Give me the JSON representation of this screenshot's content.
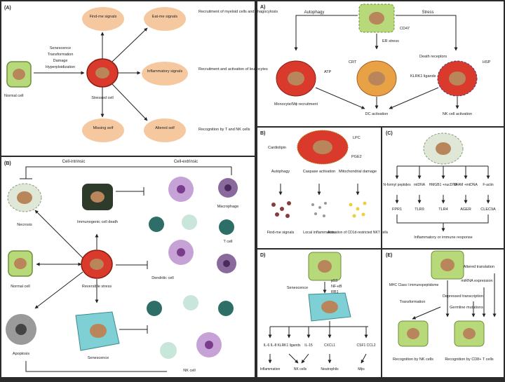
{
  "colors": {
    "background": "#2b2b2b",
    "panel": "#ffffff",
    "signal_oval": "#f6c8a0",
    "normal_cell": "#b7d97a",
    "stressed_cell": "#d93a2b",
    "nucleus": "#b8865a",
    "senescent_cell": "#7fd0d4"
  },
  "left_a": {
    "label": "(A)",
    "normal_cell": "Normal cell",
    "stress_causes": [
      "Senescence",
      "Transformation",
      "Damage",
      "Hyperploidization"
    ],
    "stressed_cell": "Stressed cell",
    "ovals": [
      "Find-me signals",
      "Eat-me signals",
      "Inflammatory signals",
      "Missing self",
      "Altered self"
    ],
    "outcomes": [
      "Recruitment of myeloid cells and phagocytosis",
      "Recruitment and activation of leukocytes",
      "Recognition by T and NK cells"
    ]
  },
  "left_b": {
    "label": "(B)",
    "cell_intrinsic": "Cell-intrinsic",
    "cell_extrinsic": "Cell-extrinsic",
    "necrosis": "Necrosis",
    "immunogenic": "Immunogenic cell death",
    "macrophage": "Macrophage",
    "t_cell": "T cell",
    "normal_cell": "Normal cell",
    "reversible": "Reversible stress",
    "dendritic": "Dendritic cell",
    "apoptosis": "Apoptosis",
    "senescence": "Senescence",
    "nk_cell": "NK cell"
  },
  "right_a": {
    "label": "A)",
    "autophagy": "Autophagy",
    "stress": "Stress",
    "cd47": "CD47",
    "er_stress": "ER stress",
    "crt": "CRT",
    "atp": "ATP",
    "death_receptors": "Death receptors",
    "hsp": "HSP",
    "klrk1": "KLRK1 ligands",
    "monocyte": "Monocyte/Mϕ recruitment",
    "dc": "DC activation",
    "nk": "NK cell activation"
  },
  "right_b": {
    "label": "B)",
    "cardiolipin": "Cardiolipin",
    "lpc": "LPC",
    "pge2": "PGE2",
    "autophagy": "Autophagy",
    "caspase": "Caspase activation",
    "mito": "Mitochondrial damage",
    "findme": "Find-me signals",
    "local": "Local inflammation",
    "activation_cd1d": "Activation of CD1d-restricted NKT cells"
  },
  "right_c": {
    "label": "(C)",
    "nformyl": "N-formyl peptides",
    "mtdna": "mtDNA",
    "hmgb1": "HMGB1 +nucDNA",
    "tfam": "TFAM +mtDNA",
    "factin": "F-actin",
    "fpr1": "FPR1",
    "tlr9": "TLR9",
    "tlr4": "TLR4",
    "ager": "AGER",
    "clec9a": "CLEC9A",
    "response": "Inflammatory or immune response"
  },
  "right_d": {
    "label": "D)",
    "senescence": "Senescence",
    "regulators": [
      "p53",
      "NF-κB",
      "RB1"
    ],
    "factors": [
      "IL-6 IL-8",
      "KLRK1 ligands",
      "IL-15",
      "CXCL1",
      "CSF1 CCL2"
    ],
    "outcomes": [
      "Inflammation",
      "NK cells",
      "Neutrophils",
      "Mϕs"
    ]
  },
  "right_e": {
    "label": "(E)",
    "altered": "Altered translation",
    "mirna": "miRNA expression",
    "mhc": "MHC Class I immunopeptidome",
    "depressed": "Depressed transcription",
    "transformation": "Transformation",
    "germline": "Germline mutations",
    "recog_nk": "Recognition by NK cells",
    "recog_cd8": "Recognition by CD8+ T cells"
  }
}
